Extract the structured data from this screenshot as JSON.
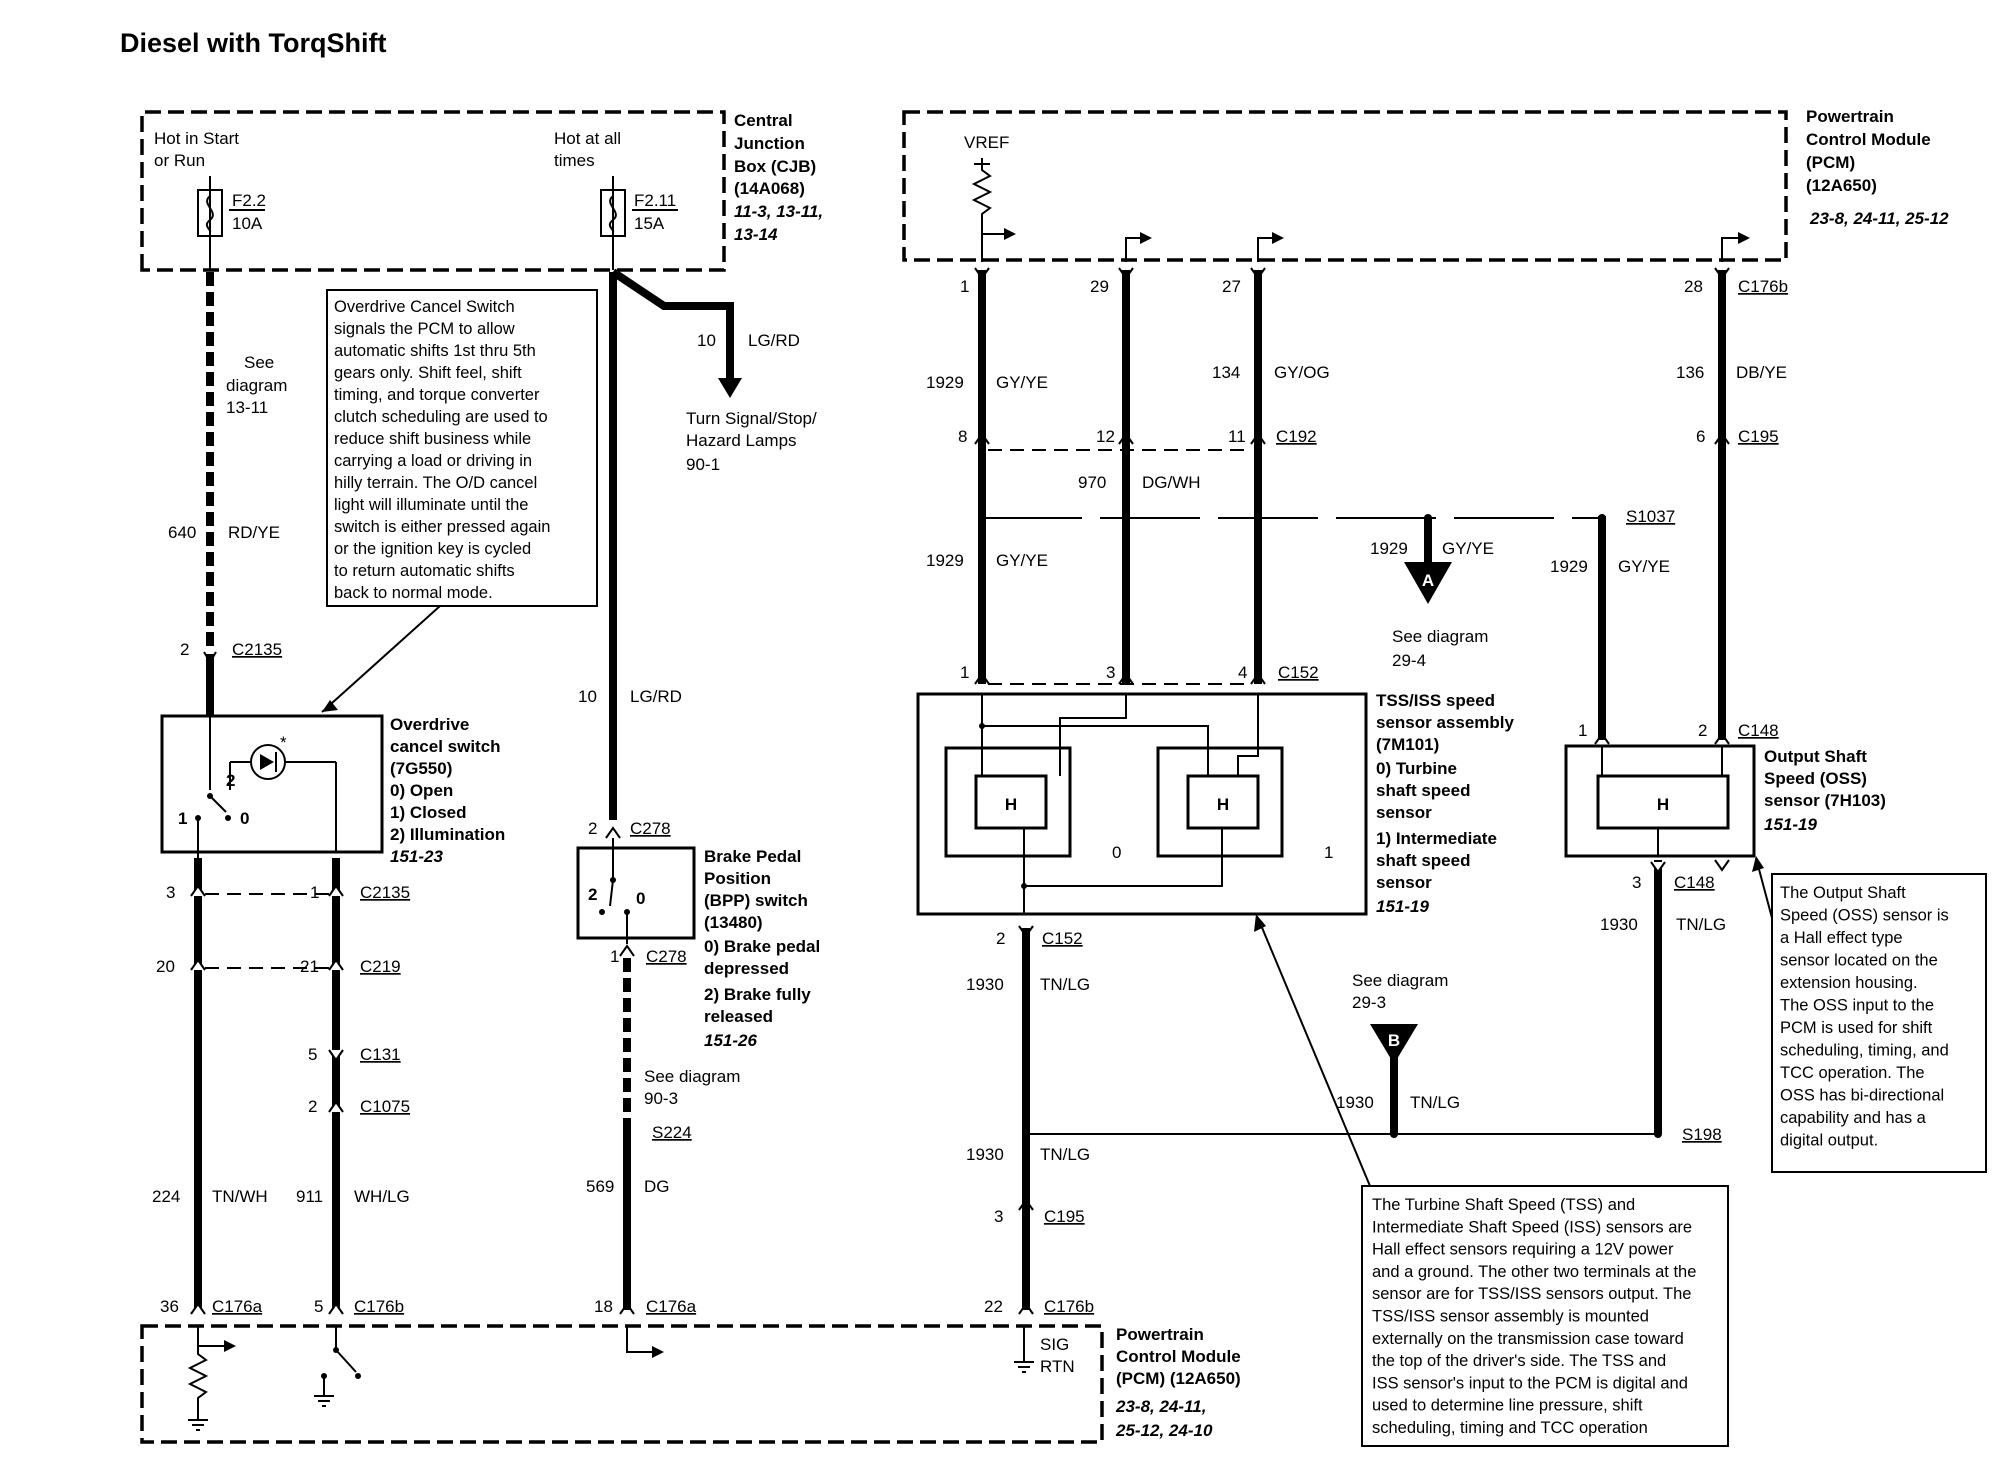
{
  "title": "Diesel with TorqShift",
  "cjb": {
    "name": [
      "Central",
      "Junction",
      "Box (CJB)",
      "(14A068)"
    ],
    "refs": [
      "11-3, 13-11,",
      "13-14"
    ],
    "feed_start": [
      "Hot in Start",
      "or Run"
    ],
    "feed_all": [
      "Hot at all",
      "times"
    ],
    "fuse1": [
      "F2.2",
      "10A"
    ],
    "fuse2": [
      "F2.11",
      "15A"
    ]
  },
  "pcm_top": {
    "name": [
      "Powertrain",
      "Control Module",
      "(PCM)",
      "(12A650)"
    ],
    "refs": "23-8, 24-11, 25-12",
    "vref": "VREF"
  },
  "pcm_bottom": {
    "name": [
      "Powertrain",
      "Control Module",
      "(PCM) (12A650)"
    ],
    "refs": [
      "23-8, 24-11,",
      "25-12, 24-10"
    ],
    "sig_rtn": [
      "SIG",
      "RTN"
    ]
  },
  "od_switch": {
    "label": [
      "Overdrive",
      "cancel switch",
      "(7G550)",
      "0) Open",
      "1) Closed",
      "2) Illumination"
    ],
    "ref": "151-23",
    "pins": [
      "2",
      "1",
      "0"
    ]
  },
  "od_note": [
    "Overdrive Cancel Switch",
    "signals the PCM to allow",
    "automatic shifts 1st thru 5th",
    "gears only.  Shift feel, shift",
    "timing, and torque converter",
    "clutch scheduling are used to",
    "reduce shift business while",
    "carrying a load or driving in",
    "hilly terrain.  The O/D cancel",
    "light will illuminate until the",
    "switch is either pressed again",
    "or the ignition key is cycled",
    "to return automatic shifts",
    "back to normal mode."
  ],
  "bpp": {
    "label": [
      "Brake Pedal",
      "Position",
      "(BPP) switch",
      "(13480)",
      "0) Brake pedal",
      "depressed",
      "2) Brake fully",
      "released"
    ],
    "ref": "151-26",
    "pins": [
      "2",
      "0"
    ]
  },
  "tss": {
    "label": [
      "TSS/ISS speed",
      "sensor assembly",
      "(7M101)",
      "0) Turbine",
      "shaft speed",
      "sensor",
      "1) Intermediate",
      "shaft speed",
      "sensor"
    ],
    "ref": "151-19",
    "h": "H",
    "sub0": "0",
    "sub1": "1"
  },
  "oss": {
    "label": [
      "Output Shaft",
      "Speed (OSS)",
      "sensor (7H103)"
    ],
    "ref": "151-19",
    "h": "H"
  },
  "oss_note": [
    "The Output Shaft",
    "Speed (OSS) sensor is",
    "a Hall effect type",
    "sensor located on the",
    "extension housing.",
    "The OSS input to the",
    "PCM is used for shift",
    "scheduling, timing, and",
    "TCC operation.  The",
    "OSS has bi-directional",
    "capability and has a",
    "digital output."
  ],
  "tss_note": [
    "The Turbine Shaft Speed (TSS) and",
    "Intermediate Shaft Speed (ISS) sensors are",
    "Hall effect sensors requiring a 12V power",
    "and a ground.  The other two terminals at the",
    "sensor are for TSS/ISS sensors output.  The",
    "TSS/ISS sensor assembly is mounted",
    "externally on the transmission case toward",
    "the top of the driver's side.  The TSS and",
    "ISS sensor's input to the PCM is digital and",
    "used to determine line pressure, shift",
    "scheduling, timing and TCC operation"
  ],
  "see_diagrams": {
    "d13_11": [
      "See",
      "diagram",
      "13-11"
    ],
    "d90_1": [
      "Turn Signal/Stop/",
      "Hazard Lamps",
      "90-1"
    ],
    "d90_3": [
      "See diagram",
      "90-3"
    ],
    "d29_4": [
      "See diagram",
      "29-4"
    ],
    "d29_3": [
      "See diagram",
      "29-3"
    ],
    "off_a": "A",
    "off_b": "B"
  },
  "circuits": [
    {
      "num": "640",
      "color": "RD/YE"
    },
    {
      "num": "10",
      "color": "LG/RD"
    },
    {
      "num": "10",
      "color": "LG/RD"
    },
    {
      "num": "224",
      "color": "TN/WH"
    },
    {
      "num": "911",
      "color": "WH/LG"
    },
    {
      "num": "569",
      "color": "DG"
    },
    {
      "num": "1929",
      "color": "GY/YE"
    },
    {
      "num": "134",
      "color": "GY/OG"
    },
    {
      "num": "136",
      "color": "DB/YE"
    },
    {
      "num": "970",
      "color": "DG/WH"
    },
    {
      "num": "1929",
      "color": "GY/YE"
    },
    {
      "num": "1929",
      "color": "GY/YE"
    },
    {
      "num": "1929",
      "color": "GY/YE"
    },
    {
      "num": "1930",
      "color": "TN/LG"
    },
    {
      "num": "1930",
      "color": "TN/LG"
    },
    {
      "num": "1930",
      "color": "TN/LG"
    },
    {
      "num": "1930",
      "color": "TN/LG"
    }
  ],
  "connectors": [
    {
      "pin": "2",
      "id": "C2135"
    },
    {
      "pin": "3",
      "id": ""
    },
    {
      "pin": "1",
      "id": "C2135"
    },
    {
      "pin": "20",
      "id": ""
    },
    {
      "pin": "21",
      "id": "C219"
    },
    {
      "pin": "5",
      "id": "C131"
    },
    {
      "pin": "2",
      "id": "C1075"
    },
    {
      "pin": "36",
      "id": "C176a"
    },
    {
      "pin": "5",
      "id": "C176b"
    },
    {
      "pin": "2",
      "id": "C278"
    },
    {
      "pin": "1",
      "id": "C278"
    },
    {
      "pin": "",
      "id": "S224"
    },
    {
      "pin": "18",
      "id": "C176a"
    },
    {
      "pin": "1",
      "id": ""
    },
    {
      "pin": "29",
      "id": ""
    },
    {
      "pin": "27",
      "id": ""
    },
    {
      "pin": "28",
      "id": "C176b"
    },
    {
      "pin": "8",
      "id": ""
    },
    {
      "pin": "12",
      "id": ""
    },
    {
      "pin": "11",
      "id": "C192"
    },
    {
      "pin": "6",
      "id": "C195"
    },
    {
      "pin": "",
      "id": "S1037"
    },
    {
      "pin": "1",
      "id": ""
    },
    {
      "pin": "3",
      "id": ""
    },
    {
      "pin": "4",
      "id": "C152"
    },
    {
      "pin": "1",
      "id": ""
    },
    {
      "pin": "2",
      "id": "C148"
    },
    {
      "pin": "3",
      "id": "C148"
    },
    {
      "pin": "2",
      "id": "C152"
    },
    {
      "pin": "",
      "id": "S198"
    },
    {
      "pin": "3",
      "id": "C195"
    },
    {
      "pin": "22",
      "id": "C176b"
    }
  ]
}
